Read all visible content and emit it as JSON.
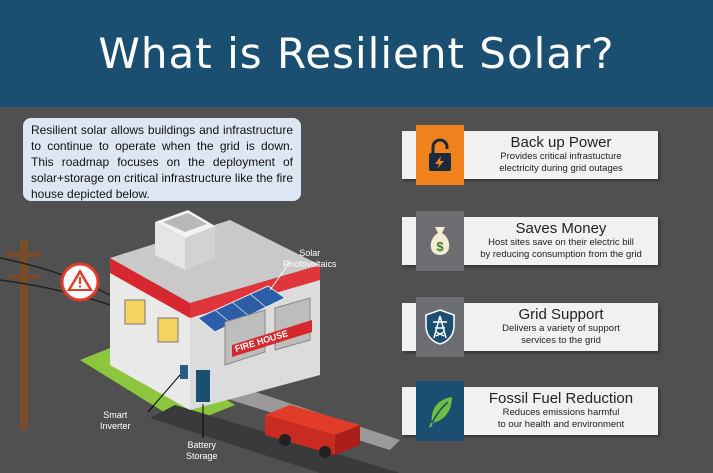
{
  "header": {
    "title": "What is Resilient Solar?"
  },
  "intro": {
    "text": "Resilient solar allows buildings and infrastructure to continue to operate when the grid is down. This roadmap focuses on the deployment of solar+storage on critical infrastructure like the fire house depicted below."
  },
  "labels": {
    "solar_line1": "Solar",
    "solar_line2": "Photovoltaics",
    "inverter_line1": "Smart",
    "inverter_line2": "Inverter",
    "battery_line1": "Battery",
    "battery_line2": "Storage",
    "fire_house": "FIRE HOUSE"
  },
  "benefits": [
    {
      "title": "Back up Power",
      "line1": "Provides critical infrastucture",
      "line2": "electricity during grid outages",
      "icon": "lightning-lock-icon",
      "color": "#f0821e"
    },
    {
      "title": "Saves Money",
      "line1": "Host sites save on their electric bill",
      "line2": "by reducing consumption from the grid",
      "icon": "money-bag-icon",
      "color": "#6d6e71"
    },
    {
      "title": "Grid Support",
      "line1": "Delivers a variety of support",
      "line2": "services to the grid",
      "icon": "power-tower-shield-icon",
      "color": "#6d6e71"
    },
    {
      "title": "Fossil Fuel Reduction",
      "line1": "Reduces emissions harmful",
      "line2": "to our health and environment",
      "icon": "leaf-icon",
      "color": "#1b4f72"
    }
  ]
}
